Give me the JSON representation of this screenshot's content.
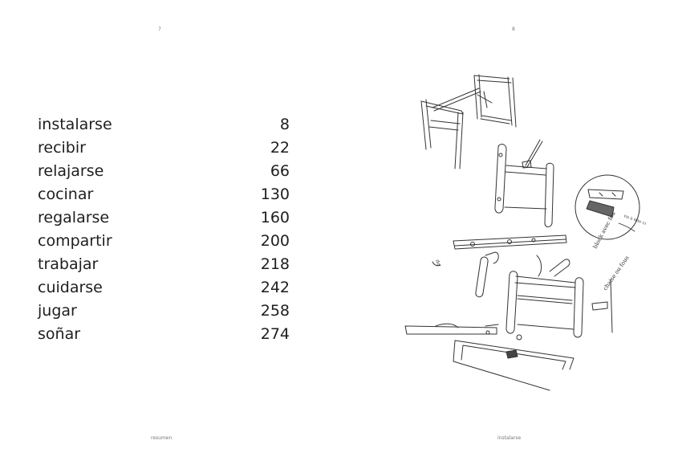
{
  "left_page": {
    "page_number": "7",
    "footer": "resumen",
    "toc": [
      {
        "title": "instalarse",
        "page": "8"
      },
      {
        "title": "recibir",
        "page": "22"
      },
      {
        "title": "relajarse",
        "page": "66"
      },
      {
        "title": "cocinar",
        "page": "130"
      },
      {
        "title": "regalarse",
        "page": "160"
      },
      {
        "title": "compartir",
        "page": "200"
      },
      {
        "title": "trabajar",
        "page": "218"
      },
      {
        "title": "cuidarse",
        "page": "242"
      },
      {
        "title": "jugar",
        "page": "258"
      },
      {
        "title": "soñar",
        "page": "274"
      }
    ]
  },
  "right_page": {
    "page_number": "8",
    "footer": "instalarse",
    "sketch": {
      "icon": "furniture-sketch-drawing",
      "note_1": "block avec feu",
      "note_2": "chaise ou fous",
      "note_3": "vis à tête creuse",
      "note_4": "do"
    }
  }
}
